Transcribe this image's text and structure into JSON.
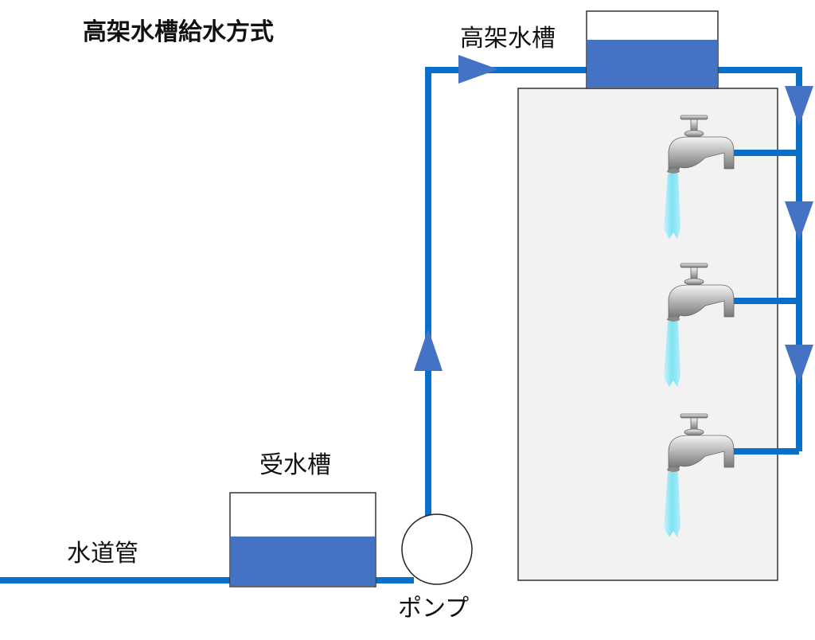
{
  "title": "高架水槽給水方式",
  "labels": {
    "elevated_tank": "高架水槽",
    "receiving_tank": "受水槽",
    "water_main": "水道管",
    "pump": "ポンプ"
  },
  "colors": {
    "pipe": "#0a6fc9",
    "water": "#4472c4",
    "arrow": "#4472c4",
    "building": "#f2f2f2",
    "stream": "#8fe6f5"
  }
}
